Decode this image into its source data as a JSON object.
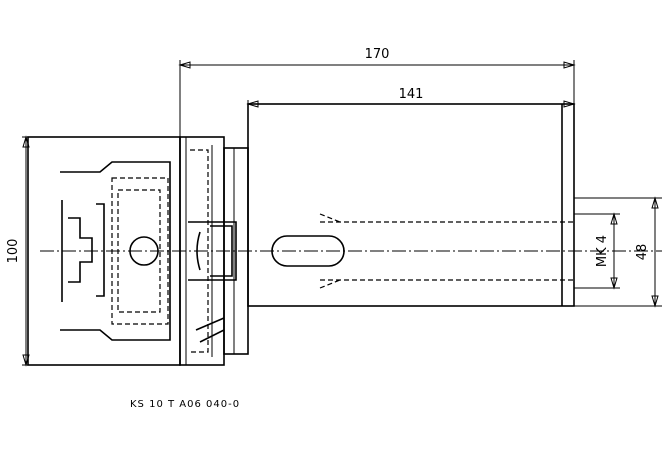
{
  "dimensions": {
    "overall_length": "170",
    "shank_length": "141",
    "flange_diameter": "100",
    "body_diameter": "48",
    "taper": "MK 4"
  },
  "caption": "KS 10 T A06 040-0"
}
